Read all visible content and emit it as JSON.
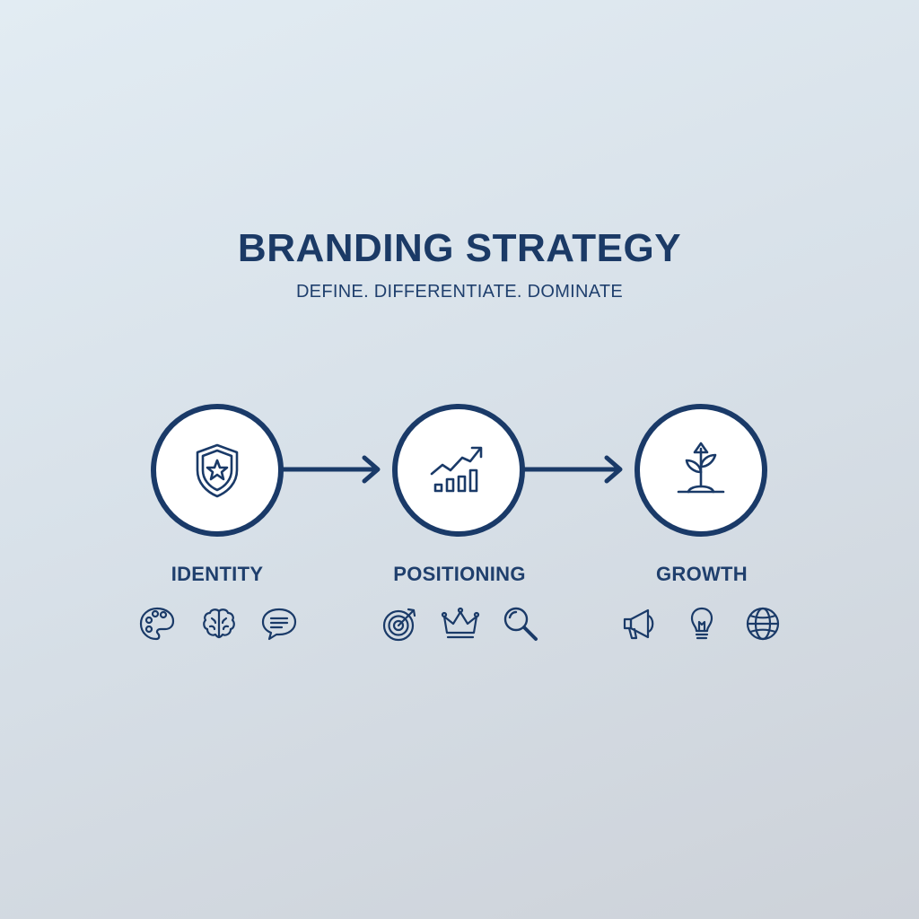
{
  "header": {
    "title": "BRANDING STRATEGY",
    "subtitle": "DEFINE. DIFFERENTIATE. DOMINATE"
  },
  "colors": {
    "primary": "#1a3a68",
    "circle_fill": "#ffffff",
    "bg_top": "#e2ecf3",
    "bg_bottom": "#cdd2d9"
  },
  "stages": [
    {
      "label": "IDENTITY",
      "icon": "shield-star-icon",
      "sub_icons": [
        "palette-icon",
        "brain-icon",
        "speech-bubble-icon"
      ]
    },
    {
      "label": "POSITIONING",
      "icon": "growth-chart-icon",
      "sub_icons": [
        "target-icon",
        "crown-icon",
        "magnifier-icon"
      ]
    },
    {
      "label": "GROWTH",
      "icon": "sprout-icon",
      "sub_icons": [
        "megaphone-icon",
        "lightbulb-icon",
        "globe-icon"
      ]
    }
  ]
}
